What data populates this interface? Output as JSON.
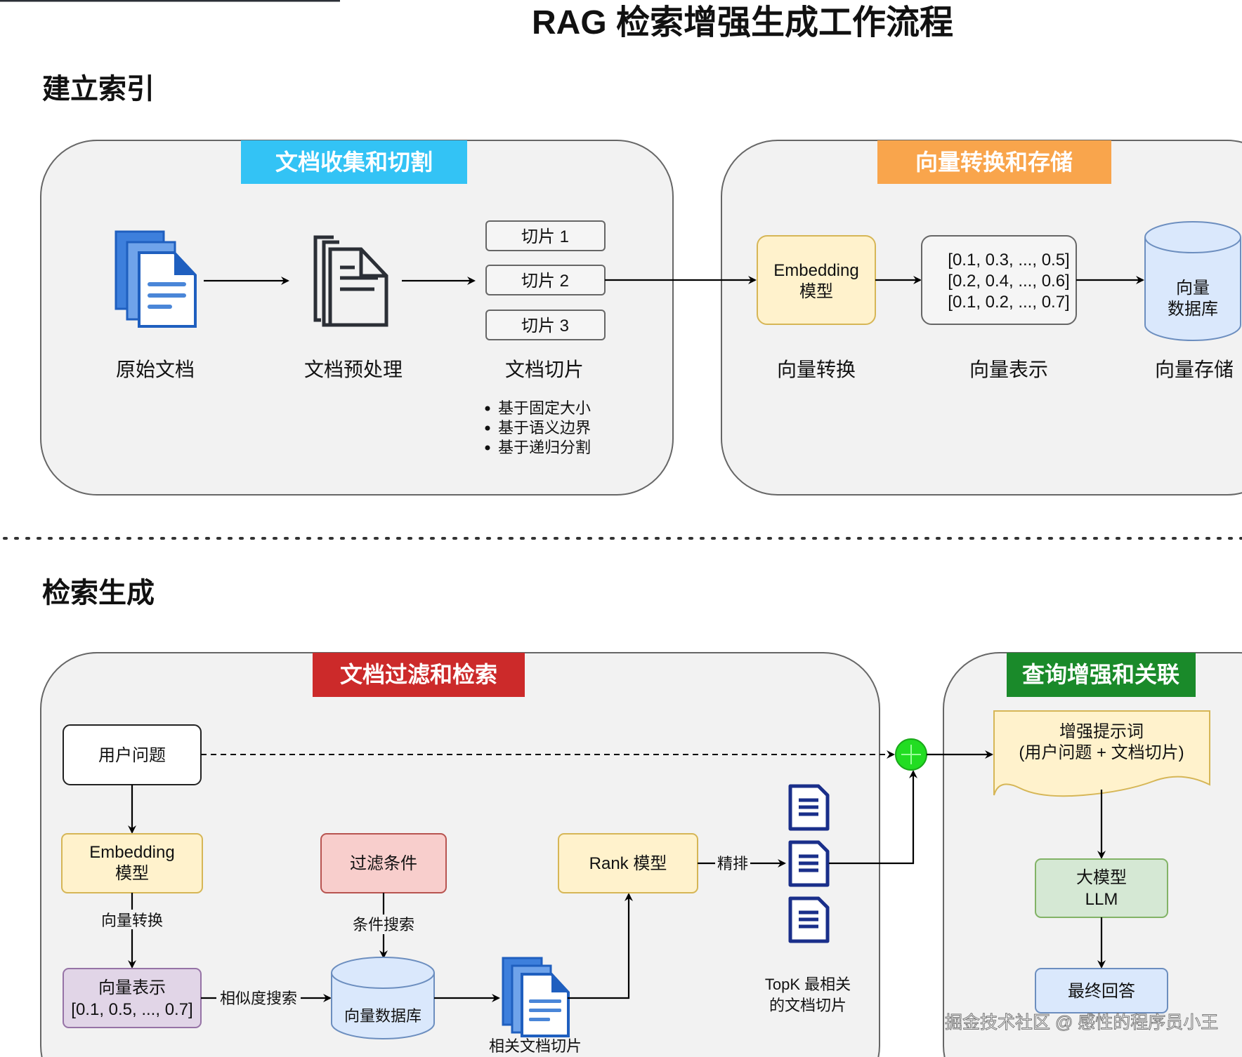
{
  "title": "RAG 检索增强生成工作流程",
  "colors": {
    "panel_bg": "#f2f2f2",
    "collect_header": "#33c3f5",
    "vector_header": "#f9a54c",
    "filter_header": "#cc2a2a",
    "augment_header": "#1a8a2a",
    "yellow_fill": "#fff2cc",
    "blue_fill": "#dae8fc",
    "green_fill": "#d5e8d4",
    "purple_fill": "#e1d5e7",
    "red_fill": "#f8cecc",
    "merge_node": "#22dd22"
  },
  "indexing": {
    "section_title": "建立索引",
    "collect_panel": {
      "header": "文档收集和切割",
      "raw_doc_label": "原始文档",
      "preprocess_label": "文档预处理",
      "chunks": [
        "切片 1",
        "切片 2",
        "切片 3"
      ],
      "chunks_label": "文档切片",
      "strategies": [
        "基于固定大小",
        "基于语义边界",
        "基于递归分割"
      ]
    },
    "vector_panel": {
      "header": "向量转换和存储",
      "embedding_line1": "Embedding",
      "embedding_line2": "模型",
      "vectors": [
        "[0.1, 0.3, ..., 0.5]",
        "[0.2, 0.4, ..., 0.6]",
        "[0.1, 0.2, ..., 0.7]"
      ],
      "db_line1": "向量",
      "db_line2": "数据库",
      "labels": [
        "向量转换",
        "向量表示",
        "向量存储"
      ]
    }
  },
  "retrieval": {
    "section_title": "检索生成",
    "filter_panel": {
      "header": "文档过滤和检索",
      "user_question": "用户问题",
      "embedding_line1": "Embedding",
      "embedding_line2": "模型",
      "vectorize_edge": "向量转换",
      "vector_line1": "向量表示",
      "vector_line2": "[0.1, 0.5, ..., 0.7]",
      "similarity_edge": "相似度搜索",
      "filter_condition": "过滤条件",
      "condition_edge": "条件搜索",
      "vector_db": "向量数据库",
      "related_chunks": "相关文档切片",
      "rank_model": "Rank 模型",
      "rerank_edge": "精排",
      "topk_line1": "TopK 最相关",
      "topk_line2": "的文档切片"
    },
    "augment_panel": {
      "header": "查询增强和关联",
      "prompt_line1": "增强提示词",
      "prompt_line2": "(用户问题 + 文档切片)",
      "llm_line1": "大模型",
      "llm_line2": "LLM",
      "final_answer": "最终回答"
    }
  },
  "watermark": "掘金技术社区 @ 感性的程序员小王"
}
